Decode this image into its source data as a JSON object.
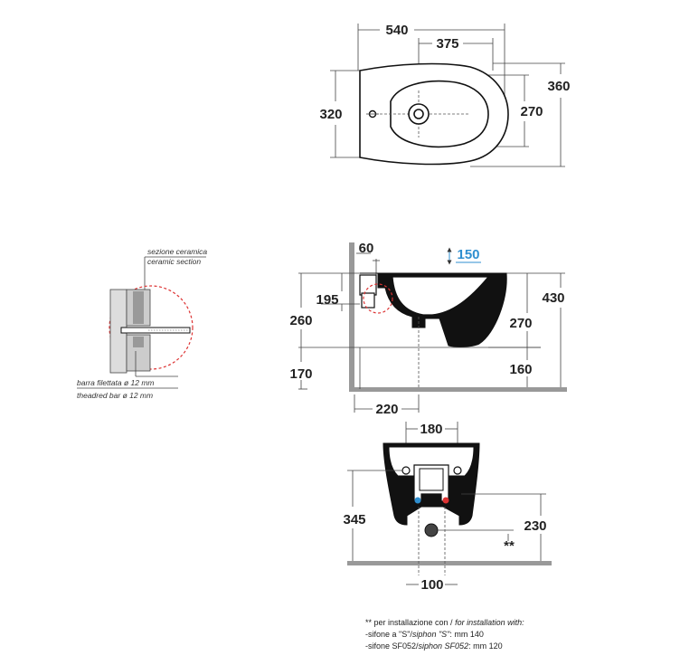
{
  "top_view": {
    "dims": {
      "overall_length": "540",
      "rear_to_hole": "375",
      "depth": "360",
      "side_width": "320",
      "bowl_width": "270"
    }
  },
  "side_view": {
    "dims": {
      "fixing_offset": "60",
      "bowl_rise": "150",
      "inlet_height": "195",
      "rim_height": "260",
      "overall_height": "430",
      "bowl_depth": "270",
      "floor_clearance_front": "160",
      "floor_clearance_rear": "170",
      "wall_to_outlet": "220"
    }
  },
  "section_detail": {
    "label_it": "sezione ceramica",
    "label_en": "ceramic section",
    "bar_it": "barra filettata ø 12 mm",
    "bar_en": "theadred bar ø 12 mm"
  },
  "rear_view": {
    "dims": {
      "fixing_spacing": "180",
      "fixing_height": "345",
      "outlet_height": "230",
      "outlet_spacing": "100",
      "note_marker": "**"
    }
  },
  "footnote": {
    "line1_prefix": "** per installazione con / ",
    "line1_italic": "for installation with:",
    "line2_label": "-sifone a \"S\"/",
    "line2_italic": "siphon \"S\"",
    "line2_value": ":   mm 140",
    "line3_label": "-sifone SF052/",
    "line3_italic": "siphon SF052",
    "line3_value": ":   mm 120"
  },
  "colors": {
    "line": "#111111",
    "accent": "#2f8fd0",
    "section_circle": "#dd3333",
    "floor": "#999999"
  }
}
